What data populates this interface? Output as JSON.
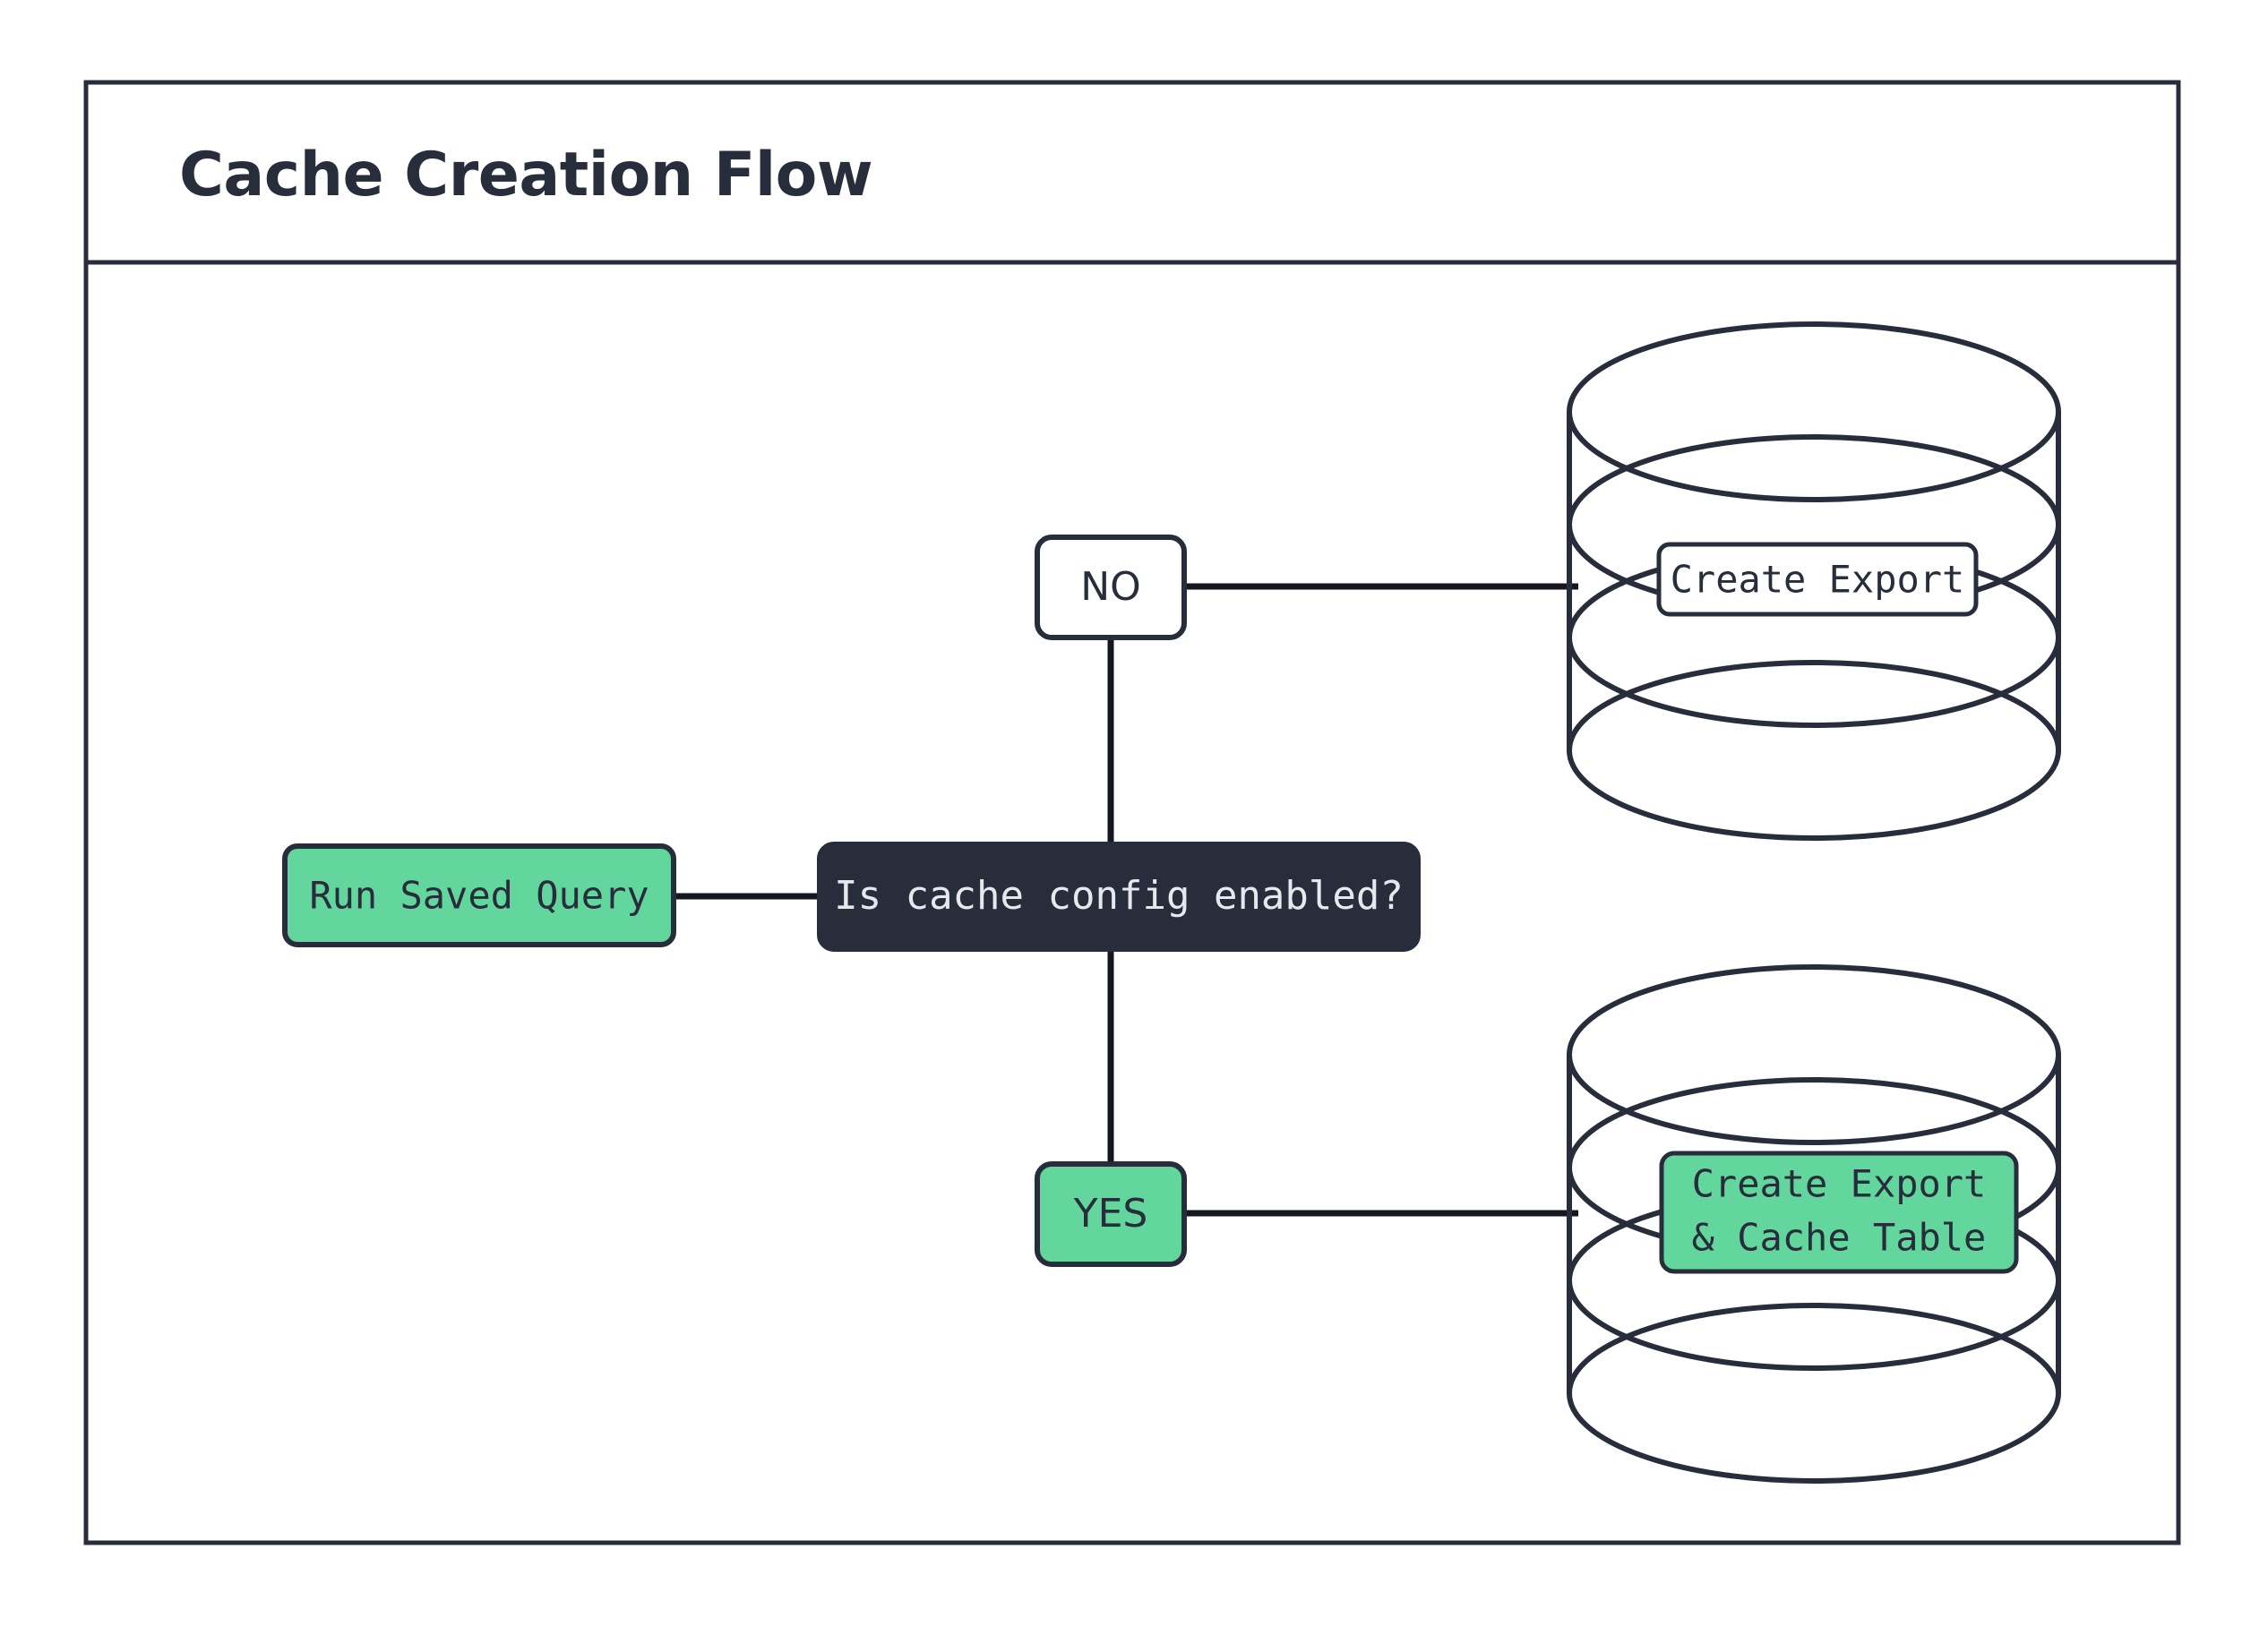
{
  "diagram": {
    "title": "Cache Creation Flow",
    "type": "flowchart",
    "colors": {
      "dark": "#282D3C",
      "green": "#62D69C",
      "white": "#FFFFFF",
      "line": "#15181F",
      "light_text": "#E6E8EC"
    },
    "nodes": {
      "start": {
        "label": "Run Saved Query",
        "shape": "rounded-rect",
        "fill": "green"
      },
      "decision": {
        "label": "Is cache config enabled?",
        "shape": "rounded-rect",
        "fill": "dark"
      },
      "branch_no": {
        "label": "NO",
        "shape": "rounded-rect",
        "fill": "white"
      },
      "branch_yes": {
        "label": "YES",
        "shape": "rounded-rect",
        "fill": "green"
      },
      "db_top": {
        "label": "Create Export",
        "shape": "database-cylinder",
        "fill": "white"
      },
      "db_bottom": {
        "label_line1": "Create Export",
        "label_line2": "& Cache Table",
        "shape": "database-cylinder",
        "fill": "green"
      }
    },
    "edges": [
      {
        "from": "start",
        "to": "decision"
      },
      {
        "from": "decision",
        "to": "branch_no"
      },
      {
        "from": "decision",
        "to": "branch_yes"
      },
      {
        "from": "branch_no",
        "to": "db_top"
      },
      {
        "from": "branch_yes",
        "to": "db_bottom"
      }
    ]
  }
}
